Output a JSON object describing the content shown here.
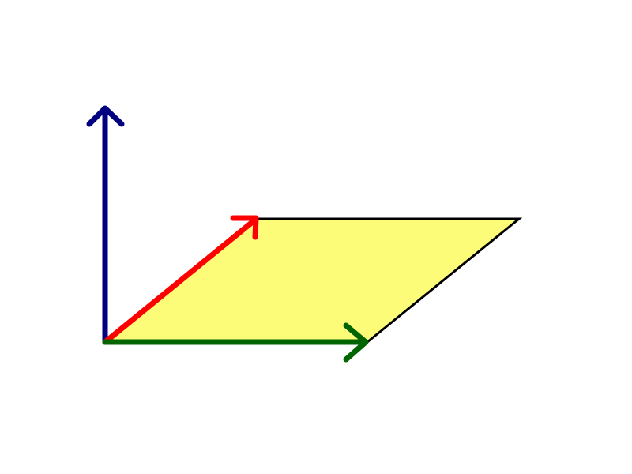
{
  "diagram": {
    "kind": "parallelogram-spanned-by-two-vectors-with-normal",
    "shapes": [
      {
        "id": "parallelogram",
        "kind": "region",
        "fill": "#fcfc78",
        "stroke": "#000000"
      }
    ],
    "arrows": [
      {
        "id": "normal-vector",
        "color": "#000080",
        "direction": "up"
      },
      {
        "id": "vector-a",
        "color": "#ff0000",
        "direction": "up-right"
      },
      {
        "id": "vector-b",
        "color": "#006400",
        "direction": "right"
      }
    ],
    "background": "#ffffff"
  }
}
